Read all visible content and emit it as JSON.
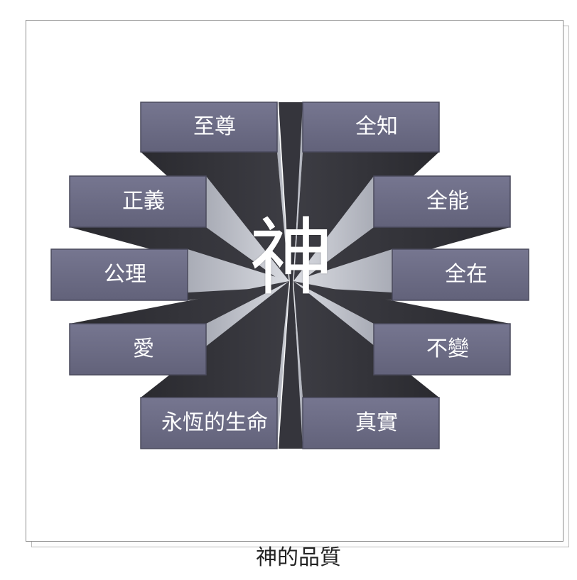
{
  "center": {
    "label": "神"
  },
  "caption": "神的品質",
  "attributes": {
    "left": [
      "至尊",
      "正義",
      "公理",
      "愛",
      "永恆的生命"
    ],
    "right": [
      "全知",
      "全能",
      "全在",
      "不變",
      "真實"
    ]
  },
  "colors": {
    "box_face": "#6f6f86",
    "box_border": "#4a4a5c",
    "beam_dark": "#2b2b31",
    "beam_light": "#bfc1c8",
    "label_text": "#ffffff"
  }
}
